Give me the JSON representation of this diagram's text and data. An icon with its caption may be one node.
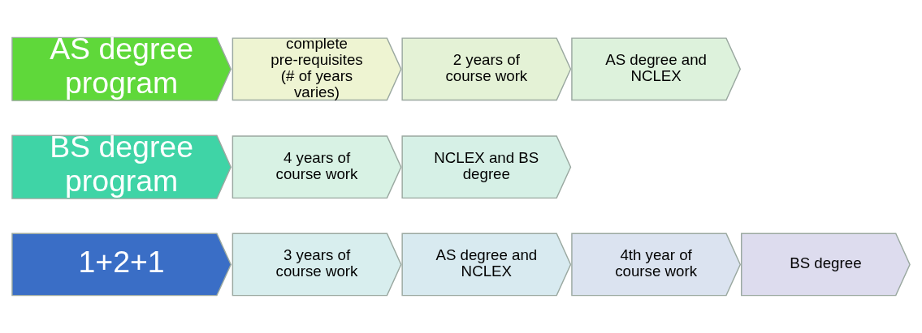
{
  "diagram": {
    "nodes": [
      {
        "text": [
          "AS degree program"
        ]
      },
      {
        "text": [
          "complete pre-requisites (# of years varies)"
        ]
      },
      {
        "text": [
          "2 years of course work"
        ]
      },
      {
        "text": [
          "AS degree and NCLEX"
        ]
      },
      {
        "text": [
          "BS degree program"
        ]
      },
      {
        "text": [
          "4 years of course work"
        ]
      },
      {
        "text": [
          "NCLEX and BS degree"
        ]
      },
      {
        "text": [
          "1+2+1"
        ]
      },
      {
        "text": [
          "3 years of course work"
        ]
      },
      {
        "text": [
          "AS degree and NCLEX"
        ]
      },
      {
        "text": [
          "4th year of course work"
        ]
      },
      {
        "text": [
          "BS degree"
        ]
      }
    ],
    "edges": []
  }
}
